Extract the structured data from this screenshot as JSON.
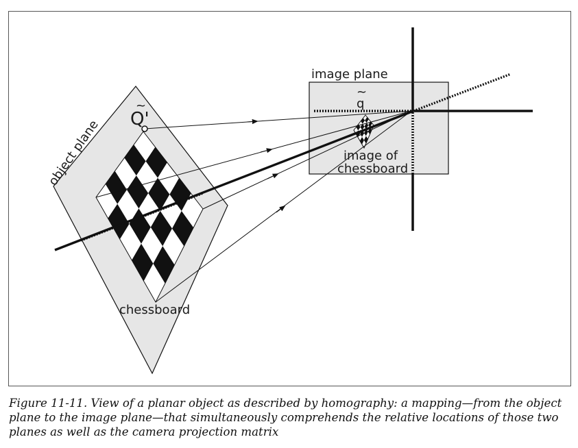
{
  "labels": {
    "object_plane": "object plane",
    "image_plane": "image plane",
    "q_tilde": "q",
    "q_prime_tilde": "Q'",
    "image_of": "image of",
    "chessboard_word": "chessboard",
    "chessboard_label": "chessboard"
  },
  "caption": "Figure 11-11. View of a planar object as described by homography: a mapping—from the object plane to the image plane—that simultaneously comprehends the relative locations of those two planes as well as the camera projection matrix",
  "colors": {
    "plane_fill": "#e6e6e6",
    "ink": "#111111"
  }
}
